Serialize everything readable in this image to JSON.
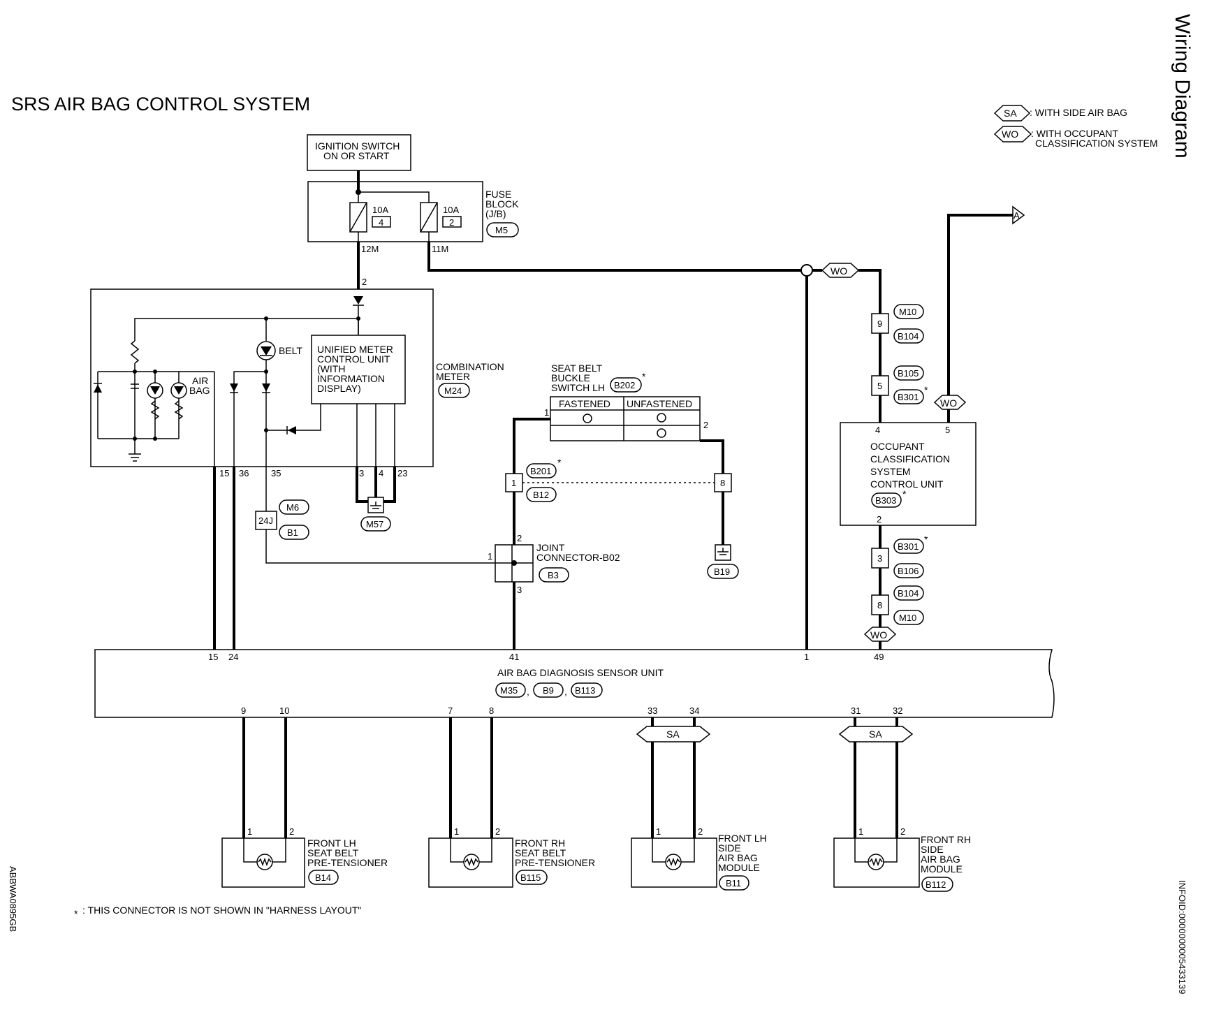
{
  "title": "SRS AIR BAG CONTROL SYSTEM",
  "side_title": "Wiring Diagram",
  "info_id": "INFOID:0000000005433139",
  "figure_code": "ABBWA0895GB",
  "legend": {
    "sa_tag": "SA",
    "sa_text": ": WITH SIDE AIR BAG",
    "wo_tag": "WO",
    "wo_text_1": ": WITH OCCUPANT",
    "wo_text_2": "CLASSIFICATION SYSTEM"
  },
  "footnote": {
    "star": "*",
    "text": ": THIS CONNECTOR IS NOT SHOWN IN \"HARNESS LAYOUT\""
  },
  "ignition": {
    "line1": "IGNITION SWITCH",
    "line2": "ON OR START"
  },
  "fuse_block": {
    "line1": "FUSE",
    "line2": "BLOCK",
    "line3": "(J/B)",
    "connector": "M5",
    "fuse1_rating": "10A",
    "fuse1_no": "4",
    "fuse1_term": "12M",
    "fuse2_rating": "10A",
    "fuse2_no": "2",
    "fuse2_term": "11M"
  },
  "combination_meter": {
    "line1": "COMBINATION",
    "line2": "METER",
    "connector": "M24",
    "unit_line1": "UNIFIED METER",
    "unit_line2": "CONTROL UNIT",
    "unit_line3": "(WITH",
    "unit_line4": "INFORMATION",
    "unit_line5": "DISPLAY)",
    "belt_label": "BELT",
    "airbag_line1": "AIR",
    "airbag_line2": "BAG",
    "pin_in": "2",
    "pin_15": "15",
    "pin_36": "36",
    "pin_35": "35",
    "pin_3": "3",
    "pin_4": "4",
    "pin_23": "23",
    "ground_connector": "M57"
  },
  "harness_24j": {
    "pin": "24J",
    "conn1": "M6",
    "conn2": "B1"
  },
  "joint_connector": {
    "line1": "JOINT",
    "line2": "CONNECTOR-B02",
    "connector": "B3",
    "pin1": "1",
    "pin2": "2",
    "pin3": "3"
  },
  "seat_belt_switch": {
    "line1": "SEAT BELT",
    "line2": "BUCKLE",
    "line3": "SWITCH LH",
    "connector": "B202",
    "star": "*",
    "col1": "FASTENED",
    "col2": "UNFASTENED",
    "pin1": "1",
    "pin2": "2"
  },
  "inline_b201": {
    "pin": "1",
    "conn1": "B201",
    "conn2": "B12",
    "star": "*",
    "pin8": "8",
    "ground": "B19"
  },
  "ocs_harness_top": {
    "pin9": "9",
    "c9a": "M10",
    "c9b": "B104",
    "pin5": "5",
    "c5a": "B105",
    "c5b": "B301",
    "star": "*"
  },
  "ocs_unit": {
    "line1": "OCCUPANT",
    "line2": "CLASSIFICATION",
    "line3": "SYSTEM",
    "line4": "CONTROL UNIT",
    "connector": "B303",
    "star": "*",
    "pin4": "4",
    "pin5": "5",
    "pin2": "2",
    "wo_tag": "WO",
    "to_label": "A"
  },
  "ocs_harness_bottom": {
    "pin3": "3",
    "c3a": "B301",
    "c3b": "B106",
    "star": "*",
    "pin8": "8",
    "c8a": "B104",
    "c8b": "M10",
    "wo_tag": "WO"
  },
  "wo_splice_tag": "WO",
  "sensor_unit": {
    "name": "AIR BAG DIAGNOSIS SENSOR UNIT",
    "conn1": "M35",
    "conn2": "B9",
    "conn3": "B113",
    "sep": ",",
    "top_pins": [
      "15",
      "24",
      "41",
      "1",
      "49"
    ],
    "bottom_pins": [
      "9",
      "10",
      "7",
      "8",
      "33",
      "34",
      "31",
      "32"
    ]
  },
  "sa_tags": [
    "SA",
    "SA"
  ],
  "modules": [
    {
      "line1": "FRONT LH",
      "line2": "SEAT BELT",
      "line3": "PRE-TENSIONER",
      "line4": "",
      "connector": "B14",
      "pin1": "1",
      "pin2": "2"
    },
    {
      "line1": "FRONT RH",
      "line2": "SEAT BELT",
      "line3": "PRE-TENSIONER",
      "line4": "",
      "connector": "B115",
      "pin1": "1",
      "pin2": "2"
    },
    {
      "line1": "FRONT LH",
      "line2": "SIDE",
      "line3": "AIR BAG",
      "line4": "MODULE",
      "connector": "B11",
      "pin1": "1",
      "pin2": "2"
    },
    {
      "line1": "FRONT RH",
      "line2": "SIDE",
      "line3": "AIR BAG",
      "line4": "MODULE",
      "connector": "B112",
      "pin1": "1",
      "pin2": "2"
    }
  ]
}
